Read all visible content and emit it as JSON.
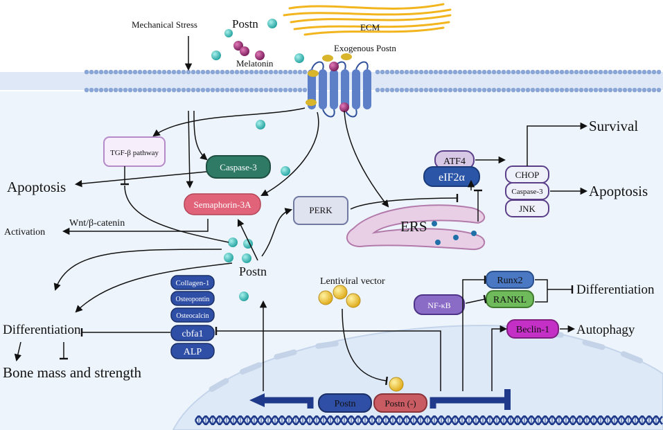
{
  "labels": {
    "postn_top": "Postn",
    "ecm": "ECM",
    "mechanical_stress": "Mechanical Stress",
    "melatonin": "Melatonin",
    "exogenous_postn": "Exogenous Postn",
    "survival": "Survival",
    "tgf_beta": "TGF-β  pathway",
    "caspase3_left": "Caspase-3",
    "apoptosis_left": "Apoptosis",
    "semaphorin": "Semaphorin-3A",
    "wnt": "Wnt/β-catenin",
    "activation": "Activation",
    "perk": "PERK",
    "ers": "ERS",
    "atf4": "ATF4",
    "eif2a": "eIF2α",
    "chop": "CHOP",
    "caspase3_right": "Caspase-3",
    "jnk": "JNK",
    "apoptosis_right": "Apoptosis",
    "postn_mid": "Postn",
    "lentiviral": "Lentiviral vector",
    "runx2": "Runx2",
    "rankl": "RANKL",
    "nfkb": "NF-κB",
    "differentiation_right": "Differentiation",
    "beclin": "Beclin-1",
    "autophagy": "Autophagy",
    "differentiation_left": "Differentiation",
    "bone_mass": "Bone mass and strength",
    "collagen": "Collagen-1",
    "osteopontin": "Osteopontin",
    "osteocalcin": "Osteocalcin",
    "cbfa1": "cbfa1",
    "alp": "ALP",
    "postn_gene": "Postn",
    "postn_neg": "Postn (-)"
  },
  "colors": {
    "membrane": "#8aa6d6",
    "cell_bg": "#eef4fb",
    "nucleus": "#dde9f6",
    "receptor": "#5d7fc7",
    "teal_dot": "#3fbcb8",
    "magenta_dot": "#a8347f",
    "yellow_dot": "#f2cb3a",
    "ecm_fiber": "#f2b51e",
    "navy_box": "#2f4fa6",
    "caspase_green": "#2f7a64",
    "semaphorin_pink": "#e06379",
    "perk_gray": "#dfe2ef",
    "atf4_lilac": "#d7c8e6",
    "eif2a_blue": "#2b56a8",
    "runx2_blue": "#4a78c3",
    "rankl_green": "#6fba5a",
    "nfkb_purple": "#8a6cc7",
    "beclin_magenta": "#c42fc6",
    "postn_neg_red": "#c95c63",
    "promoter_navy": "#1f3a8a",
    "arrow": "#111111"
  },
  "icons": [
    "receptor-icon",
    "membrane-icon",
    "er-icon",
    "dna-helix-icon",
    "ecm-fiber-icon",
    "nucleus-icon"
  ]
}
